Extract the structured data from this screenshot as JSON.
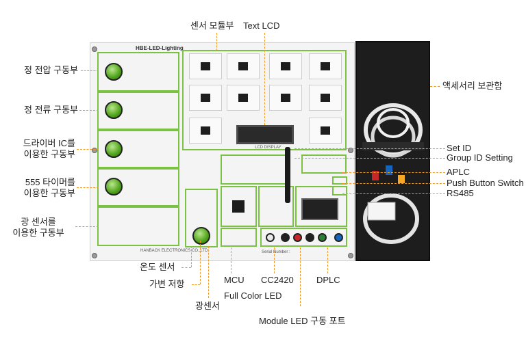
{
  "labels": {
    "jeong_jeonap": "정 전압 구동부",
    "jeong_jeonryu": "정 전류 구동부",
    "driver_ic": "드라이버 IC를\n이용한 구동부",
    "timer_555": "555 타이머를\n이용한 구동부",
    "light_sensor_drive": "광 센서를\n이용한 구동부",
    "sensor_module": "센서 모듈부",
    "text_lcd": "Text LCD",
    "accessory_box": "액세서리 보관함",
    "set_id": "Set ID",
    "group_id_setting": "Group ID Setting",
    "aplc": "APLC",
    "push_button_switch": "Push Button Switch",
    "rs485": "RS485",
    "temp_sensor": "온도 센서",
    "variable_resistor": "가변 저항",
    "photo_sensor": "광센서",
    "mcu": "MCU",
    "full_color_led": "Full Color LED",
    "cc2420": "CC2420",
    "dplc": "DPLC",
    "module_led_port": "Module LED 구동 포트"
  },
  "board": {
    "title": "HBE-LED-Lighting",
    "company": "HANBACK ELECTRONICS CO.,LTD.",
    "serial": "Serial Number :",
    "lcd_caption": "LCD DISPLAY"
  },
  "colors": {
    "accent_green": "#7cc242",
    "leader_orange": "#f29a1f"
  }
}
